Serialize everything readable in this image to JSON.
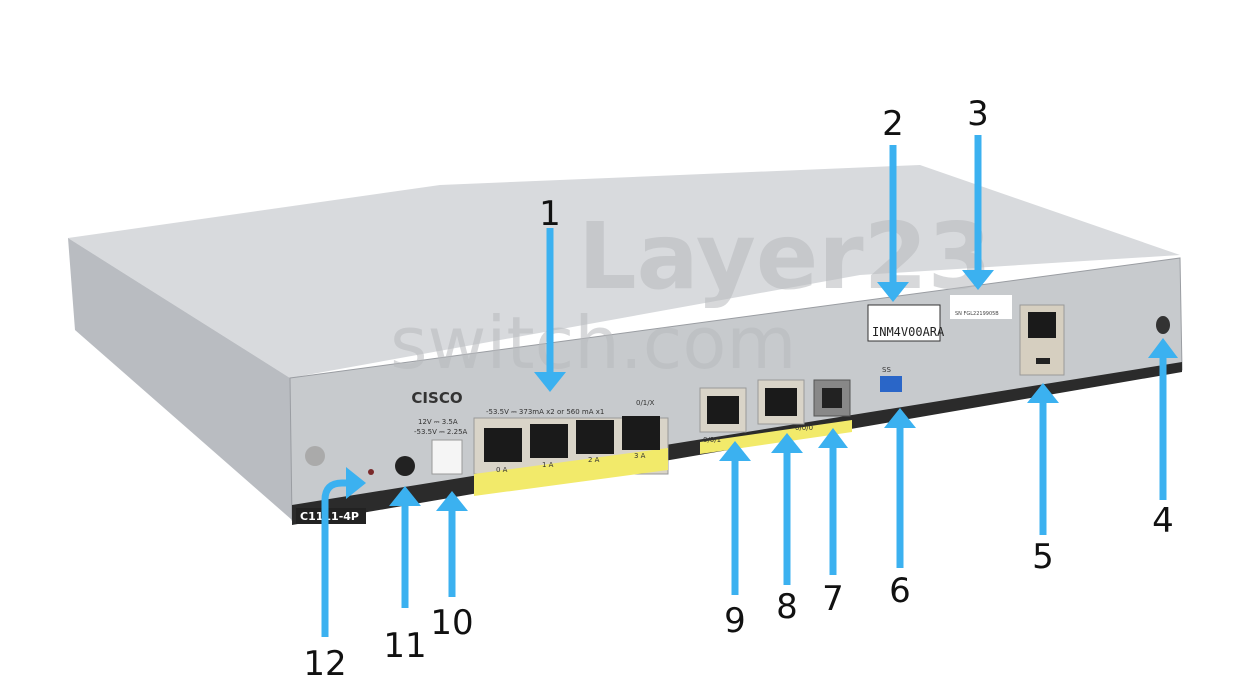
{
  "device": {
    "brand": "CISCO",
    "model": "C1111-4P",
    "label_serial": "INM4V00ARA",
    "label_sn": "SN FGL2219905B",
    "poe_rating": "-53.5V ⎓ 373mA x2 or 560 mA x1",
    "switch_group": "0/1/X",
    "switch_ports": [
      "0 A",
      "1 A",
      "2 A",
      "3 A"
    ],
    "wan_ports": [
      "0/0/1",
      "0/0/0"
    ],
    "power_rating_1": "12V ⎓ 3.5A",
    "power_rating_2": "-53.5V ⎓ 2.25A",
    "usb_label": "SS"
  },
  "watermark": {
    "line1": "Layer23",
    "line2": "switch.com"
  },
  "callouts": [
    "1",
    "2",
    "3",
    "4",
    "5",
    "6",
    "7",
    "8",
    "9",
    "10",
    "11",
    "12"
  ],
  "colors": {
    "arrow": "#3bb1f0",
    "chassis": "#c9ccd0",
    "yellow": "#f2ea6a"
  }
}
